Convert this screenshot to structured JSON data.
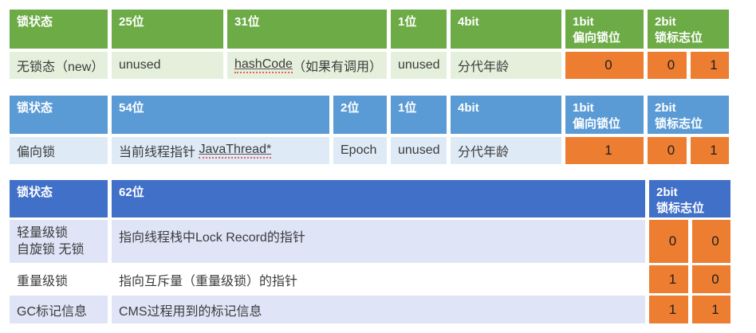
{
  "colors": {
    "green_header": "#6CAB45",
    "green_row": "#E5F0DC",
    "blue_header": "#5B9BD5",
    "blue_row": "#DEEAF6",
    "dark_blue_header": "#4170C8",
    "lavender_row": "#DFE4F7",
    "white_row": "#FFFFFF",
    "orange_bit_cell": "#ED7D31"
  },
  "table1": {
    "header": {
      "state": "锁状态",
      "bits25": "25位",
      "bits31": "31位",
      "bit1": "1位",
      "bit4": "4bit",
      "bias_line1": "1bit",
      "bias_line2": "偏向锁位",
      "flag_line1": "2bit",
      "flag_line2": "锁标志位"
    },
    "row": {
      "state": "无锁态（new）",
      "col25": "unused",
      "hash_link": "hashCode",
      "hash_rest": "（如果有调用）",
      "col1": "unused",
      "col4": "分代年龄",
      "bias_bit": "0",
      "flag_bit_a": "0",
      "flag_bit_b": "1"
    }
  },
  "table2": {
    "header": {
      "state": "锁状态",
      "bits54": "54位",
      "bits2": "2位",
      "bit1": "1位",
      "bit4": "4bit",
      "bias_line1": "1bit",
      "bias_line2": "偏向锁位",
      "flag_line1": "2bit",
      "flag_line2": "锁标志位"
    },
    "row": {
      "state": "偏向锁",
      "col54_text": "当前线程指针 ",
      "col54_link": "JavaThread*",
      "col2": "Epoch",
      "col1": "unused",
      "col4": "分代年龄",
      "bias_bit": "1",
      "flag_bit_a": "0",
      "flag_bit_b": "1"
    }
  },
  "table3": {
    "header": {
      "state": "锁状态",
      "bits62": "62位",
      "flag_line1": "2bit",
      "flag_line2": "锁标志位"
    },
    "rows": [
      {
        "state_line1": "轻量级锁",
        "state_line2": "自旋锁 无锁",
        "desc": "指向线程栈中Lock Record的指针",
        "flag_bit_a": "0",
        "flag_bit_b": "0"
      },
      {
        "state_line1": "重量级锁",
        "desc": "指向互斥量（重量级锁）的指针",
        "flag_bit_a": "1",
        "flag_bit_b": "0"
      },
      {
        "state_line1": "GC标记信息",
        "desc": "CMS过程用到的标记信息",
        "flag_bit_a": "1",
        "flag_bit_b": "1"
      }
    ]
  }
}
